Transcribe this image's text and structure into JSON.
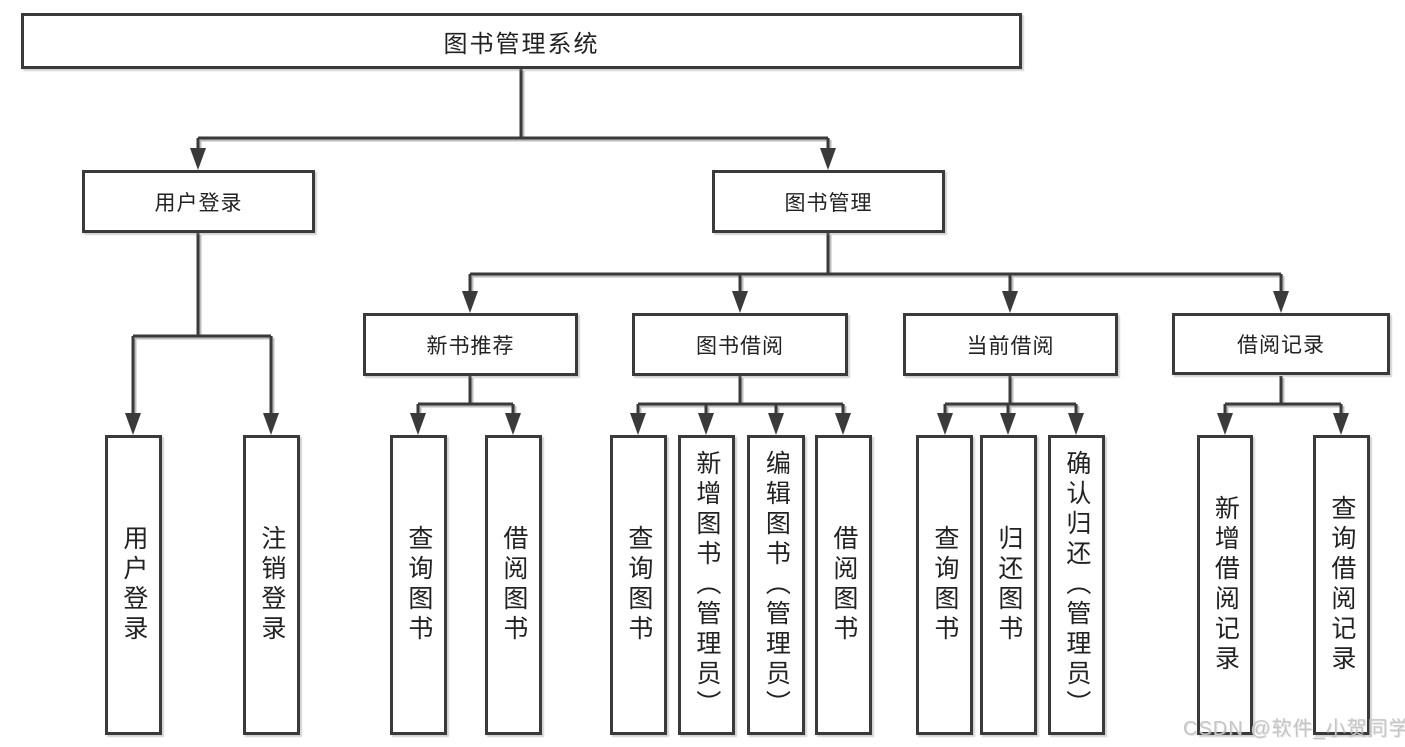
{
  "diagram": {
    "title": "图书管理系统",
    "branches": {
      "user_login": {
        "label": "用户登录",
        "children": [
          {
            "label": "用户登录"
          },
          {
            "label": "注销登录"
          }
        ]
      },
      "book_management": {
        "label": "图书管理",
        "children": [
          {
            "label": "新书推荐",
            "children": [
              {
                "label": "查询图书"
              },
              {
                "label": "借阅图书"
              }
            ]
          },
          {
            "label": "图书借阅",
            "children": [
              {
                "label": "查询图书"
              },
              {
                "label": "新增图书（管理员）"
              },
              {
                "label": "编辑图书（管理员）"
              },
              {
                "label": "借阅图书"
              }
            ]
          },
          {
            "label": "当前借阅",
            "children": [
              {
                "label": "查询图书"
              },
              {
                "label": "归还图书"
              },
              {
                "label": "确认归还（管理员）"
              }
            ]
          },
          {
            "label": "借阅记录",
            "children": [
              {
                "label": "新增借阅记录"
              },
              {
                "label": "查询借阅记录"
              }
            ]
          }
        ]
      }
    },
    "watermark": "CSDN @软件_小贺同学",
    "colors": {
      "line": "#3a3a3a",
      "box_border": "#3a3a3a",
      "box_fill": "#ffffff",
      "text": "#222222",
      "background": "#ffffff",
      "watermark": "#c6c6c6"
    }
  }
}
